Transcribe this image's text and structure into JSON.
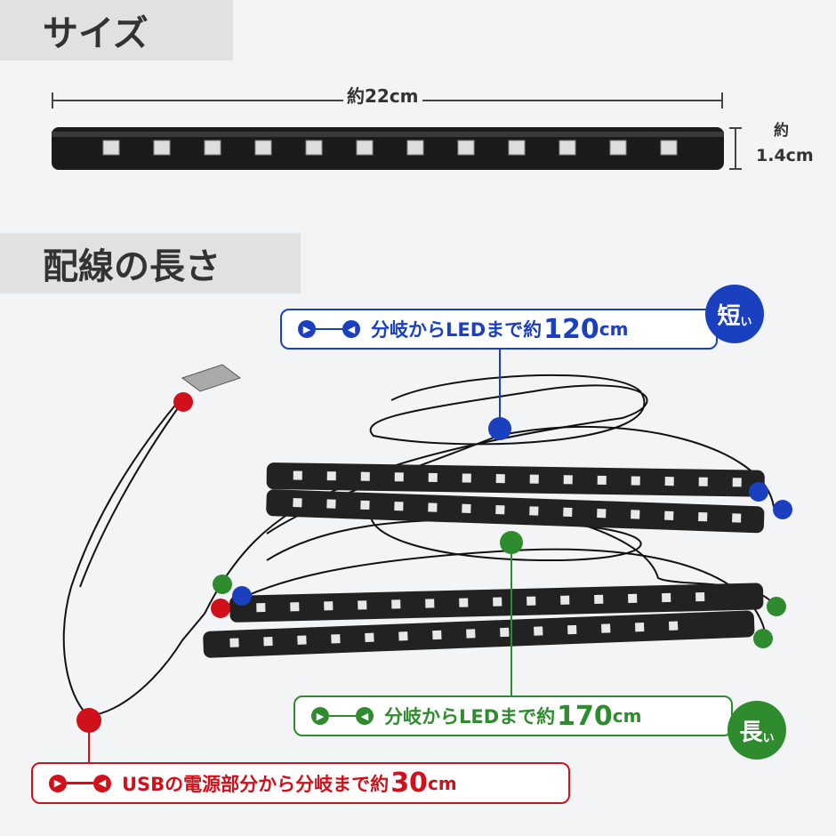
{
  "size_section": {
    "title": "サイズ",
    "length_label": "約22cm",
    "width_label_prefix": "約",
    "width_label": "1.4cm"
  },
  "wiring_section": {
    "title": "配線の長さ"
  },
  "labels": {
    "short": {
      "text": "分岐からLEDまで約",
      "value": "120",
      "unit": "cm",
      "badge": "短",
      "badge_suffix": "い",
      "color": "#1a3fbf"
    },
    "long": {
      "text": "分岐からLEDまで約",
      "value": "170",
      "unit": "cm",
      "badge": "長",
      "badge_suffix": "い",
      "color": "#2e8b2e"
    },
    "usb": {
      "text": "USBの電源部分から分岐まで約",
      "value": "30",
      "unit": "cm",
      "color": "#d0101a"
    }
  }
}
